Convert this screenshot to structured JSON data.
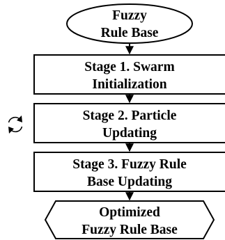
{
  "nodes": {
    "start": {
      "line1": "Fuzzy",
      "line2": "Rule Base",
      "shape": "ellipse"
    },
    "stage1": {
      "line1": "Stage 1. Swarm",
      "line2": "Initialization",
      "shape": "rectangle"
    },
    "stage2": {
      "line1": "Stage 2. Particle",
      "line2": "Updating",
      "shape": "rectangle"
    },
    "stage3": {
      "line1": "Stage 3. Fuzzy Rule",
      "line2": "Base Updating",
      "shape": "rectangle"
    },
    "end": {
      "line1": "Optimized",
      "line2": "Fuzzy Rule Base",
      "shape": "hexagon"
    }
  },
  "loop_icon": "refresh-icon",
  "colors": {
    "stroke": "#000000",
    "fill": "#ffffff",
    "text": "#000000"
  }
}
